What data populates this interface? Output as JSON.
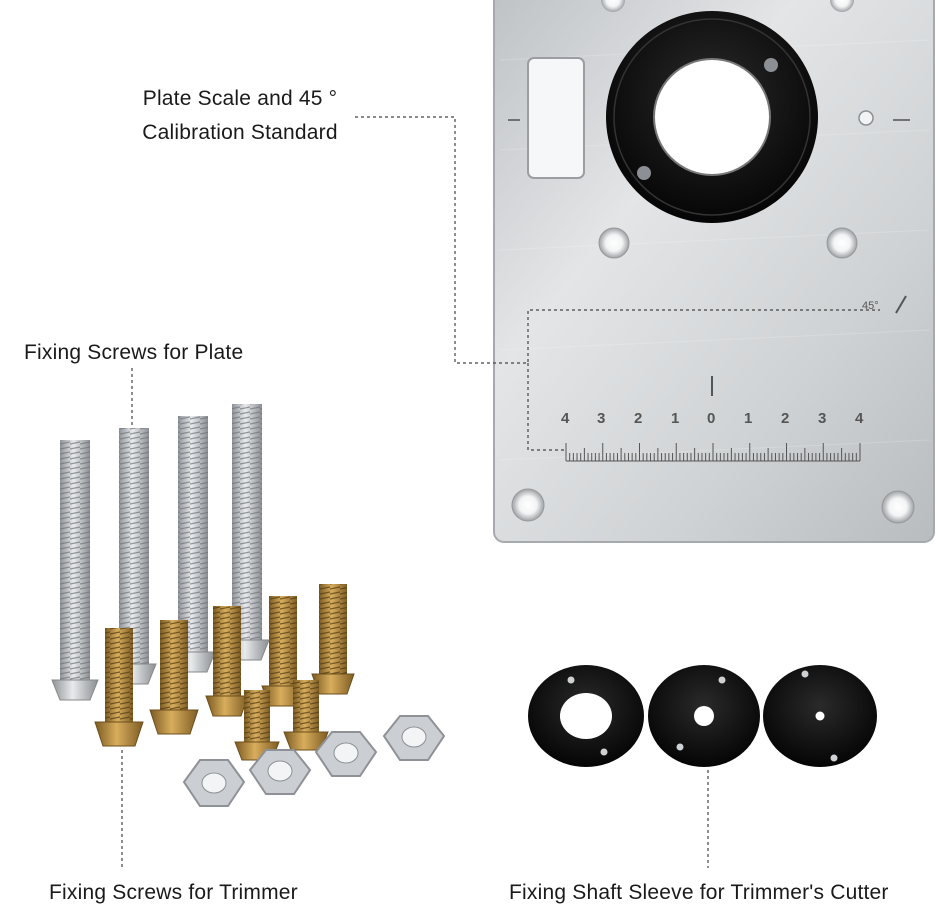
{
  "callouts": {
    "plate_scale_line1": "Plate Scale and 45 °",
    "plate_scale_line2": "Calibration Standard",
    "plate_screws": "Fixing Screws for Plate",
    "trimmer_screws": "Fixing Screws for Trimmer",
    "shaft_sleeve": "Fixing Shaft Sleeve for Trimmer's Cutter"
  },
  "plate": {
    "angle_mark": "45°",
    "zero_mark": "0",
    "scale_numbers": [
      "4",
      "3",
      "2",
      "1",
      "0",
      "1",
      "2",
      "3",
      "4"
    ]
  },
  "colors": {
    "plate": "#d3d5d7",
    "ring": "#111111",
    "silver_screw": "#c4c8cc",
    "brass_screw": "#b58a3c",
    "nut": "#c9ccd0",
    "leader_line": "#444444"
  }
}
